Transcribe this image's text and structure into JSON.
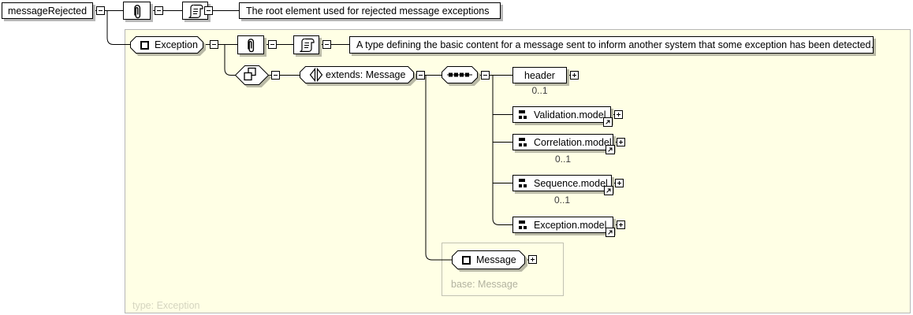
{
  "diagram": {
    "root_element": {
      "name": "messageRejected",
      "annotation": "The root element used for rejected message exceptions"
    },
    "exception_type": {
      "name": "Exception",
      "footer_label": "type: Exception",
      "annotation": "A type defining the basic content for a message sent to inform another system that some exception has been detected.",
      "derivation_label": "extends: Message",
      "compositor": "sequence",
      "children": [
        {
          "name": "header",
          "cardinality": "0..1"
        },
        {
          "name": "Validation.model",
          "cardinality": ""
        },
        {
          "name": "Correlation.model",
          "cardinality": "0..1"
        },
        {
          "name": "Sequence.model",
          "cardinality": "0..1"
        },
        {
          "name": "Exception.model",
          "cardinality": ""
        }
      ],
      "base": {
        "name": "Message",
        "label": "base: Message"
      }
    }
  },
  "icons": {
    "paperclip": "attachment / appinfo annotation",
    "scroll": "documentation text",
    "square": "element placeholder",
    "overlapping-squares": "complex content derivation",
    "triangles": "extension marker",
    "sequence-dots": "sequence compositor",
    "model-group": "named model group reference",
    "link-arrow": "reference to global definition",
    "minus-toggle": "collapse",
    "plus-toggle": "expand"
  },
  "colors": {
    "panel_background": "#FFFFE5",
    "panel_border": "#B6B6B6",
    "box_border": "#000000",
    "shadow_white_area": "#B8B8B8",
    "shadow_yellow_area": "#B9B9A6",
    "cardinality_text": "#3C3C3C",
    "base_label_text": "#B2B2A0",
    "type_label_text": "#D5D5C0"
  }
}
